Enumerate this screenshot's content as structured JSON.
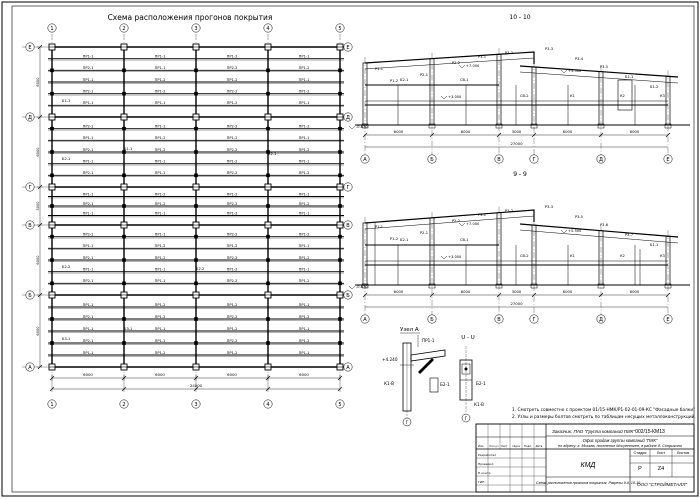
{
  "plan": {
    "title": "Схема расположения прогонов покрытия",
    "row_labels": [
      "Е",
      "Д",
      "Г",
      "В",
      "Б",
      "А"
    ],
    "col_labels": [
      "1",
      "2",
      "3",
      "4",
      "5"
    ],
    "dims": [
      "6000",
      "6000",
      "6000",
      "6000"
    ],
    "total_dim": "24000",
    "left_dims": [
      "6000",
      "6000",
      "3000",
      "6000",
      "6000"
    ],
    "purlin_tags": [
      "ПР1-1",
      "ПР1-2",
      "ПР2-1",
      "ПР2-2"
    ],
    "brace_tags": [
      "Б1-1",
      "Б2-1",
      "Б2-2",
      "Б3-1"
    ]
  },
  "section_top": {
    "title": "10 - 10",
    "axis_labels": [
      "А",
      "Б",
      "В",
      "Г",
      "Д",
      "Е"
    ],
    "dims": [
      "6000",
      "6000",
      "3000",
      "6000",
      "6000"
    ],
    "total_dim": "27000",
    "elevations": [
      "+7.000",
      "+5.500",
      "+3.000",
      "-0.630"
    ],
    "tags": [
      "Р1-1",
      "Р1-2",
      "Р2-1",
      "Р2-2",
      "Р3-1",
      "Р3-2",
      "Р3-3",
      "Р3-4",
      "Р3-5",
      "Б1-1",
      "Б1-2",
      "Б2-1",
      "СВ-1",
      "СВ-2",
      "К1",
      "К2",
      "К3"
    ]
  },
  "section_bottom": {
    "title": "9 - 9",
    "axis_labels": [
      "А",
      "Б",
      "В",
      "Г",
      "Д",
      "Е"
    ],
    "dims": [
      "6000",
      "6000",
      "3000",
      "6000",
      "6000"
    ],
    "total_dim": "27000",
    "elevations": [
      "+7.000",
      "+5.500",
      "+3.000",
      "-0.630"
    ],
    "tags": [
      "Р1-1",
      "Р1-2",
      "Р2-1",
      "Р2-2",
      "Р3-1",
      "Р3-2",
      "Р3-3",
      "Р3-5",
      "Р3-6",
      "Р3-7",
      "Б1-1",
      "Б2-1",
      "СВ-1",
      "СВ-2",
      "К1",
      "К2",
      "К3"
    ]
  },
  "node_detail": {
    "title": "Узел А",
    "tags": [
      "ПР1-1",
      "Б2-1",
      "К1-В"
    ],
    "elev": "+4.240"
  },
  "section_uu": {
    "title": "U - U",
    "tags": [
      "Б2-1",
      "К1-В"
    ]
  },
  "notes": [
    "1. Смотреть совместно с проектом 01/15-НМК/Р1-02-01-09-КС \"Фасадные балки\"",
    "2. Узлы и размеры болтов смотреть по таблицам несущих металлоконструкций."
  ],
  "stamp": {
    "code": "002/15-КМ13",
    "customer": "Заказчик: ПАО \"Группа компаний ПИК\"",
    "object": "Офис продаж группы компаний \"ПИК\"",
    "address": "по адресу: г. Москва, поселение Мосрентген, в районе д. Сопрыкино",
    "stage_header": "Стадия",
    "sheet_header": "Лист",
    "sheets_header": "Листов",
    "stage": "Р",
    "sheet": "Z4",
    "doc_mark": "КМД",
    "sheet_title": "Схема расположения прогонов покрытия. Разрезы 9-9, 10-10",
    "org": "ООО \"СТРОЙМЕТАЛЛ\"",
    "roles": [
      "Изм.",
      "Кол.уч",
      "Лист",
      "№док",
      "Подп.",
      "Дата",
      "Разработал",
      "Проверил",
      "Н.контр",
      "ГИП"
    ]
  }
}
